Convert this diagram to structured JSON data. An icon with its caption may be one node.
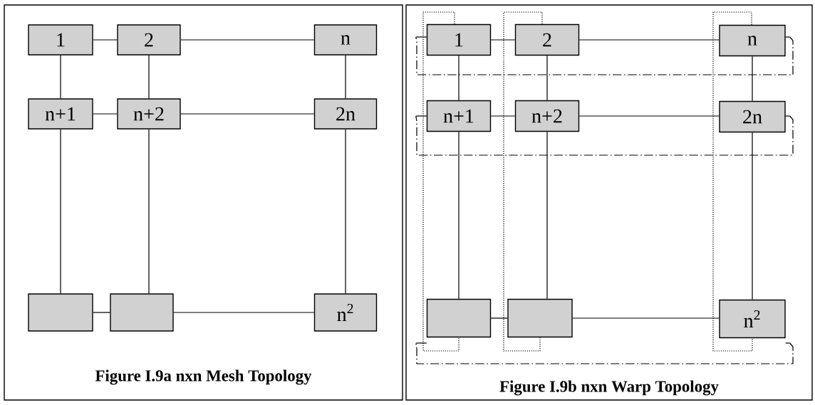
{
  "diagram": {
    "nodes": [
      {
        "text": [
          "Figure I.9a  nxn Mesh Topology"
        ]
      },
      {
        "text": [
          "1"
        ],
        "in": 0
      },
      {
        "text": [
          "2"
        ],
        "in": 0
      },
      {
        "text": [
          "n"
        ],
        "in": 0
      },
      {
        "text": [
          "n+1"
        ],
        "in": 0
      },
      {
        "text": [
          "n+2"
        ],
        "in": 0
      },
      {
        "text": [
          "2n"
        ],
        "in": 0
      },
      {
        "text": [],
        "shape": "box",
        "in": 0
      },
      {
        "text": [],
        "shape": "box",
        "in": 0
      },
      {
        "text": [
          "n$^{2}$"
        ],
        "in": 0
      },
      {
        "text": [
          "Figure I.9b  nxn Warp Topology"
        ]
      },
      {
        "text": [
          "1"
        ],
        "in": 10
      },
      {
        "text": [
          "2"
        ],
        "in": 10
      },
      {
        "text": [
          "n"
        ],
        "in": 10
      },
      {
        "text": [
          "n+1"
        ],
        "in": 10
      },
      {
        "text": [
          "n+2"
        ],
        "in": 10
      },
      {
        "text": [
          "2n"
        ],
        "in": 10
      },
      {
        "text": [],
        "shape": "box",
        "in": 10
      },
      {
        "text": [],
        "shape": "box",
        "in": 10
      },
      {
        "text": [
          "n$^{2}$"
        ],
        "in": 10
      }
    ],
    "edges": [
      {
        "from": 1,
        "to": 2,
        "arrow": "none"
      },
      {
        "from": 2,
        "to": 3,
        "arrow": "none"
      },
      {
        "from": 4,
        "to": 5,
        "arrow": "none"
      },
      {
        "from": 5,
        "to": 6,
        "arrow": "none"
      },
      {
        "from": 7,
        "to": 8,
        "arrow": "none"
      },
      {
        "from": 8,
        "to": 9,
        "arrow": "none"
      },
      {
        "from": 1,
        "to": 4,
        "arrow": "none"
      },
      {
        "from": 4,
        "to": 7,
        "arrow": "none"
      },
      {
        "from": 2,
        "to": 5,
        "arrow": "none"
      },
      {
        "from": 5,
        "to": 8,
        "arrow": "none"
      },
      {
        "from": 3,
        "to": 6,
        "arrow": "none"
      },
      {
        "from": 6,
        "to": 9,
        "arrow": "none"
      },
      {
        "from": 11,
        "to": 12,
        "arrow": "none"
      },
      {
        "from": 12,
        "to": 13,
        "arrow": "none"
      },
      {
        "from": 14,
        "to": 15,
        "arrow": "none"
      },
      {
        "from": 15,
        "to": 16,
        "arrow": "none"
      },
      {
        "from": 17,
        "to": 18,
        "arrow": "none"
      },
      {
        "from": 18,
        "to": 19,
        "arrow": "none"
      },
      {
        "from": 11,
        "to": 14,
        "arrow": "none"
      },
      {
        "from": 14,
        "to": 17,
        "arrow": "none"
      },
      {
        "from": 12,
        "to": 15,
        "arrow": "none"
      },
      {
        "from": 15,
        "to": 18,
        "arrow": "none"
      },
      {
        "from": 13,
        "to": 16,
        "arrow": "none"
      },
      {
        "from": 16,
        "to": 19,
        "arrow": "none"
      },
      {
        "from": 13,
        "to": 11,
        "arrow": "none",
        "style": "dashed"
      },
      {
        "from": 16,
        "to": 14,
        "arrow": "none",
        "style": "dashed"
      },
      {
        "from": 19,
        "to": 17,
        "arrow": "none",
        "style": "dashed"
      },
      {
        "from": 11,
        "to": 17,
        "arrow": "none",
        "style": "dashed"
      },
      {
        "from": 12,
        "to": 18,
        "arrow": "none",
        "style": "dashed"
      },
      {
        "from": 13,
        "to": 19,
        "arrow": "none",
        "style": "dashed"
      }
    ]
  }
}
